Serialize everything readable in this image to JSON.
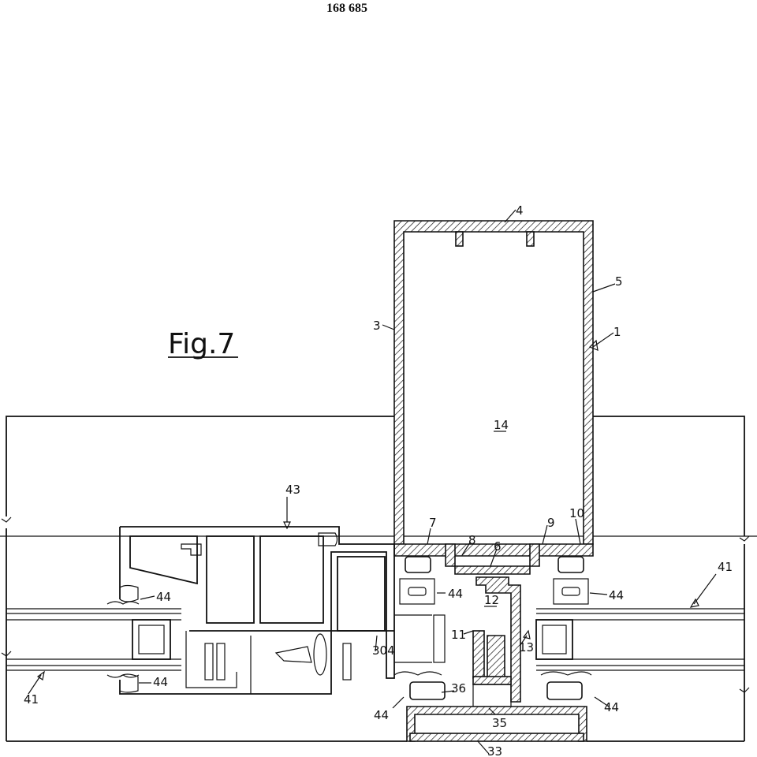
{
  "document": {
    "number": "168 685"
  },
  "figure": {
    "title": "Fig.7"
  },
  "labels": {
    "l1": "1",
    "l3": "3",
    "l4": "4",
    "l5": "5",
    "l6": "6",
    "l7": "7",
    "l8": "8",
    "l9": "9",
    "l10": "10",
    "l11": "11",
    "l12": "12",
    "l13": "13",
    "l14": "14",
    "l33": "33",
    "l35": "35",
    "l36": "36",
    "l41a": "41",
    "l41b": "41",
    "l43": "43",
    "l44a": "44",
    "l44b": "44",
    "l44c": "44",
    "l44d": "44",
    "l44e": "44",
    "l44f": "44",
    "l304": "304"
  }
}
